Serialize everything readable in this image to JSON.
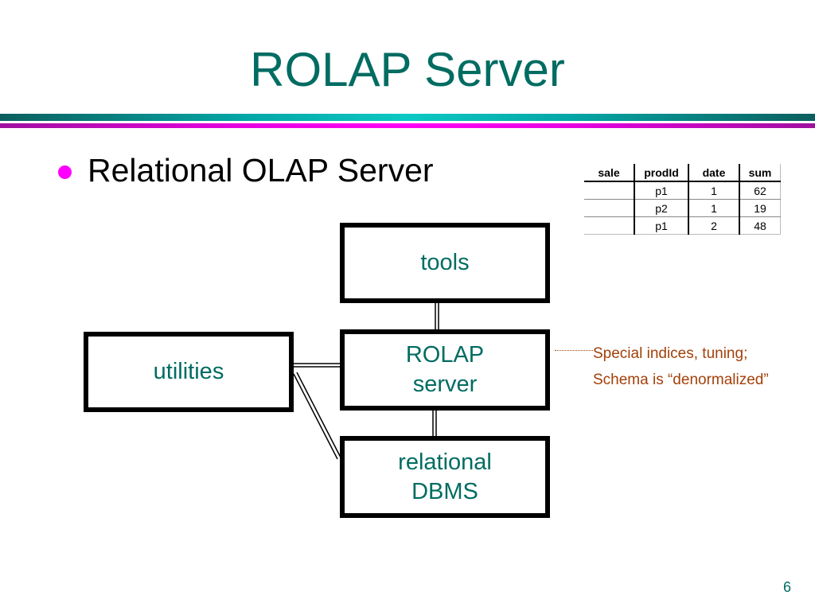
{
  "slide": {
    "title": "ROLAP Server",
    "page_number": "6",
    "colors": {
      "title": "#006c62",
      "bullet": "#ff00ff",
      "note": "#a3400a",
      "rule_top": "#0cc8c4",
      "rule_bottom": "#ff00f6"
    }
  },
  "bullets": [
    {
      "icon": "bullet-dot-icon",
      "text": "Relational OLAP Server"
    }
  ],
  "fact_table": {
    "columns": [
      "sale",
      "prodId",
      "date",
      "sum"
    ],
    "rows": [
      [
        "",
        "p1",
        "1",
        "62"
      ],
      [
        "",
        "p2",
        "1",
        "19"
      ],
      [
        "",
        "p1",
        "2",
        "48"
      ]
    ]
  },
  "diagram": {
    "nodes": {
      "tools": {
        "lines": [
          "tools"
        ]
      },
      "rolap": {
        "lines": [
          "ROLAP",
          "server"
        ]
      },
      "dbms": {
        "lines": [
          "relational",
          "DBMS"
        ]
      },
      "utilities": {
        "lines": [
          "utilities"
        ]
      }
    },
    "edges": [
      {
        "from": "tools",
        "to": "rolap"
      },
      {
        "from": "rolap",
        "to": "dbms"
      },
      {
        "from": "utilities",
        "to": "rolap"
      },
      {
        "from": "utilities",
        "to": "dbms"
      }
    ],
    "annotation": {
      "target": "rolap",
      "lines": [
        "Special indices, tuning;",
        "Schema is “denormalized”"
      ]
    }
  }
}
